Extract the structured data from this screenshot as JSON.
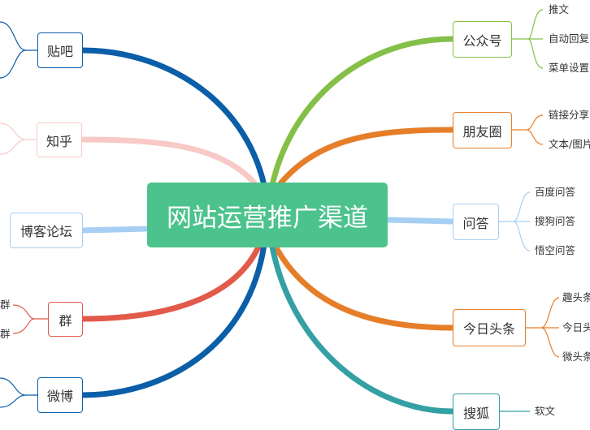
{
  "title": "网站运营推广渠道",
  "colors": {
    "central": "#4cc28c",
    "tieba": "#0b5ea8",
    "zhihu": "#f8c9c6",
    "blog": "#a6cff3",
    "qun": "#e25a4a",
    "weibo": "#0b5ea8",
    "gongzhonghao": "#84c048",
    "pengyouquan": "#e67e29",
    "wenda": "#a6cff3",
    "toutiao": "#e67e29",
    "souhu": "#34a0a4"
  },
  "left_branches": {
    "tieba": {
      "label": "贴吧"
    },
    "zhihu": {
      "label": "知乎"
    },
    "blog": {
      "label": "博客论坛"
    },
    "qun": {
      "label": "群",
      "children": [
        "群",
        "群"
      ]
    },
    "weibo": {
      "label": "微博"
    }
  },
  "right_branches": {
    "gongzhonghao": {
      "label": "公众号",
      "children": [
        "推文",
        "自动回复",
        "菜单设置"
      ]
    },
    "pengyouquan": {
      "label": "朋友圈",
      "children": [
        "链接分享",
        "文本/图片"
      ]
    },
    "wenda": {
      "label": "问答",
      "children": [
        "百度问答",
        "搜狗问答",
        "悟空问答"
      ]
    },
    "toutiao": {
      "label": "今日头条",
      "children": [
        "趣头条",
        "今日头条",
        "微头条"
      ]
    },
    "souhu": {
      "label": "搜狐",
      "children": [
        "软文"
      ]
    }
  }
}
